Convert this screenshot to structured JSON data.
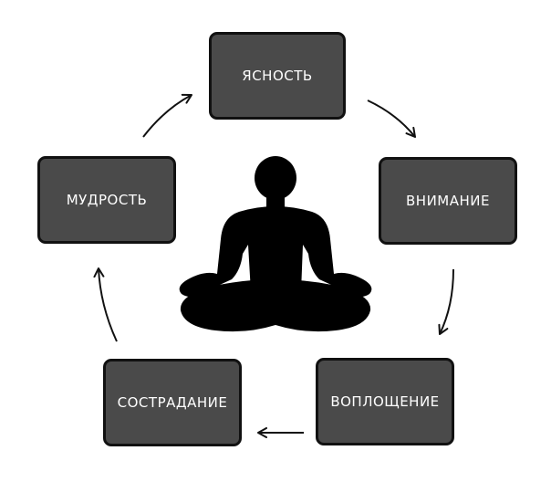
{
  "diagram": {
    "nodes": [
      {
        "id": "clarity",
        "label": "ЯСНОСТЬ"
      },
      {
        "id": "attention",
        "label": "ВНИМАНИЕ"
      },
      {
        "id": "embodiment",
        "label": "ВОПЛОЩЕНИЕ"
      },
      {
        "id": "compassion",
        "label": "СОСТРАДАНИЕ"
      },
      {
        "id": "wisdom",
        "label": "МУДРОСТЬ"
      }
    ]
  },
  "colors": {
    "box_fill": "#4a4a4a",
    "box_border": "#111111",
    "text": "#ffffff",
    "figure": "#000000"
  },
  "icons": {
    "center": "meditating-person-silhouette-icon",
    "arrows": "curved-arrow-icon"
  }
}
